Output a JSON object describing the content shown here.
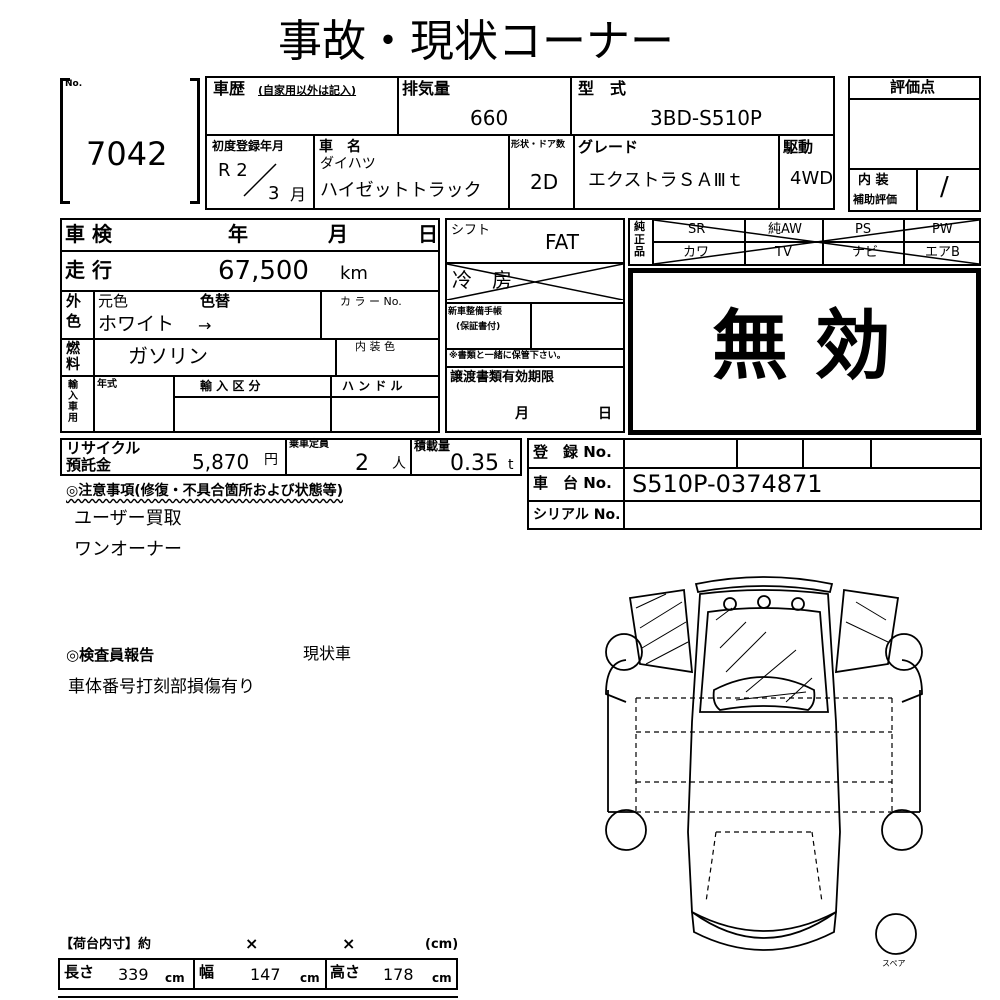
{
  "title": "事故・現状コーナー",
  "lot": {
    "no_label": "No.",
    "number": "7042"
  },
  "history": {
    "label": "車歴",
    "note": "(自家用以外は記入)"
  },
  "displacement": {
    "label": "排気量",
    "value": "660"
  },
  "model": {
    "label": "型　式",
    "value": "3BD-S510P"
  },
  "first_reg": {
    "label": "初度登録年月",
    "era": "R 2",
    "month": "3",
    "month_unit": "月"
  },
  "car_name": {
    "label": "車　名",
    "maker": "ダイハツ",
    "name": "ハイゼットトラック"
  },
  "shape_doors": {
    "label": "形状・ドア数",
    "value": "2D"
  },
  "grade": {
    "label": "グレード",
    "value": "エクストラＳＡⅢｔ"
  },
  "drive": {
    "label": "駆動",
    "value": "4WD"
  },
  "rating": {
    "label": "評価点",
    "interior_label1": "内 装",
    "interior_label2": "補助評価",
    "interior_value": "/"
  },
  "inspection": {
    "label": "車 検",
    "year": "年",
    "month": "月",
    "day": "日"
  },
  "mileage": {
    "label": "走 行",
    "value": "67,500",
    "unit": "km"
  },
  "color": {
    "side1": "外",
    "side2": "色",
    "orig_label": "元色",
    "orig_value": "ホワイト",
    "change_label": "色替",
    "arrow": "→",
    "code_label": "カ ラ ー No."
  },
  "fuel": {
    "side1": "燃",
    "side2": "料",
    "value": "ガソリン",
    "interior_label": "内 装 色"
  },
  "import": {
    "side": "輸入車用",
    "year_label": "年式",
    "category_label": "輸 入 区 分",
    "handle_label": "ハ ン ド ル"
  },
  "shift": {
    "label": "シフト",
    "value": "FAT"
  },
  "aircon": {
    "label": "冷　房"
  },
  "manual": {
    "label1": "新車整備手帳",
    "label2": "(保証書付)",
    "note": "※書類と一緒に保管下さい。"
  },
  "transfer": {
    "label": "譲渡書類有効期限",
    "month": "月",
    "day": "日"
  },
  "equipment": {
    "side": "純正品",
    "row1": [
      "SR",
      "純AW",
      "PS",
      "PW"
    ],
    "row2": [
      "カワ",
      "TV",
      "ナビ",
      "エアB"
    ]
  },
  "void_stamp": "無 効",
  "recycle": {
    "label1": "リサイクル",
    "label2": "預託金",
    "value": "5,870",
    "unit": "円"
  },
  "capacity": {
    "label": "乗車定員",
    "value": "2",
    "unit": "人"
  },
  "load": {
    "label": "積載量",
    "value": "0.35",
    "unit": "t"
  },
  "registration": {
    "label": "登　録 No."
  },
  "chassis": {
    "label": "車　台 No.",
    "value": "S510P-0374871"
  },
  "serial": {
    "label": "シリアル No."
  },
  "notes": {
    "heading": "◎注意事項(修復・不具合箇所および状態等)",
    "line1": "ユーザー買取",
    "line2": "ワンオーナー"
  },
  "inspector": {
    "heading": "◎検査員報告",
    "status": "現状車",
    "remark": "車体番号打刻部損傷有り"
  },
  "bed": {
    "heading": "【荷台内寸】約",
    "times1": "×",
    "times2": "×",
    "unit_label": "(cm)",
    "length_label": "長さ",
    "length": "339",
    "width_label": "幅",
    "width": "147",
    "height_label": "高さ",
    "height": "178",
    "cm": "cm"
  },
  "spare_label": "スペア"
}
